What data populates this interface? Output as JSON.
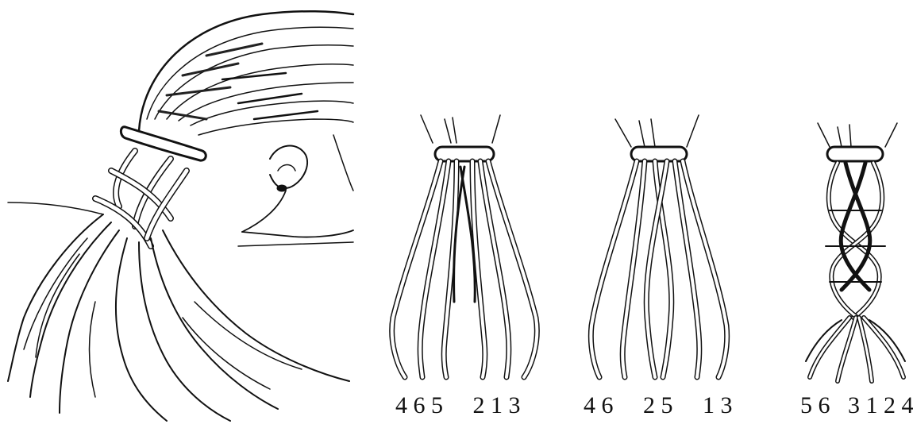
{
  "figure": {
    "panels": [
      {
        "id": "head",
        "caption": ""
      },
      {
        "id": "step1",
        "labels": "4 6 5     2 1 3"
      },
      {
        "id": "step2",
        "labels": "4 6     2 5     1 3"
      },
      {
        "id": "step3",
        "labels": "5 6   3 1 2 4"
      }
    ],
    "colors": {
      "ink": "#111111",
      "paper": "#ffffff"
    }
  }
}
